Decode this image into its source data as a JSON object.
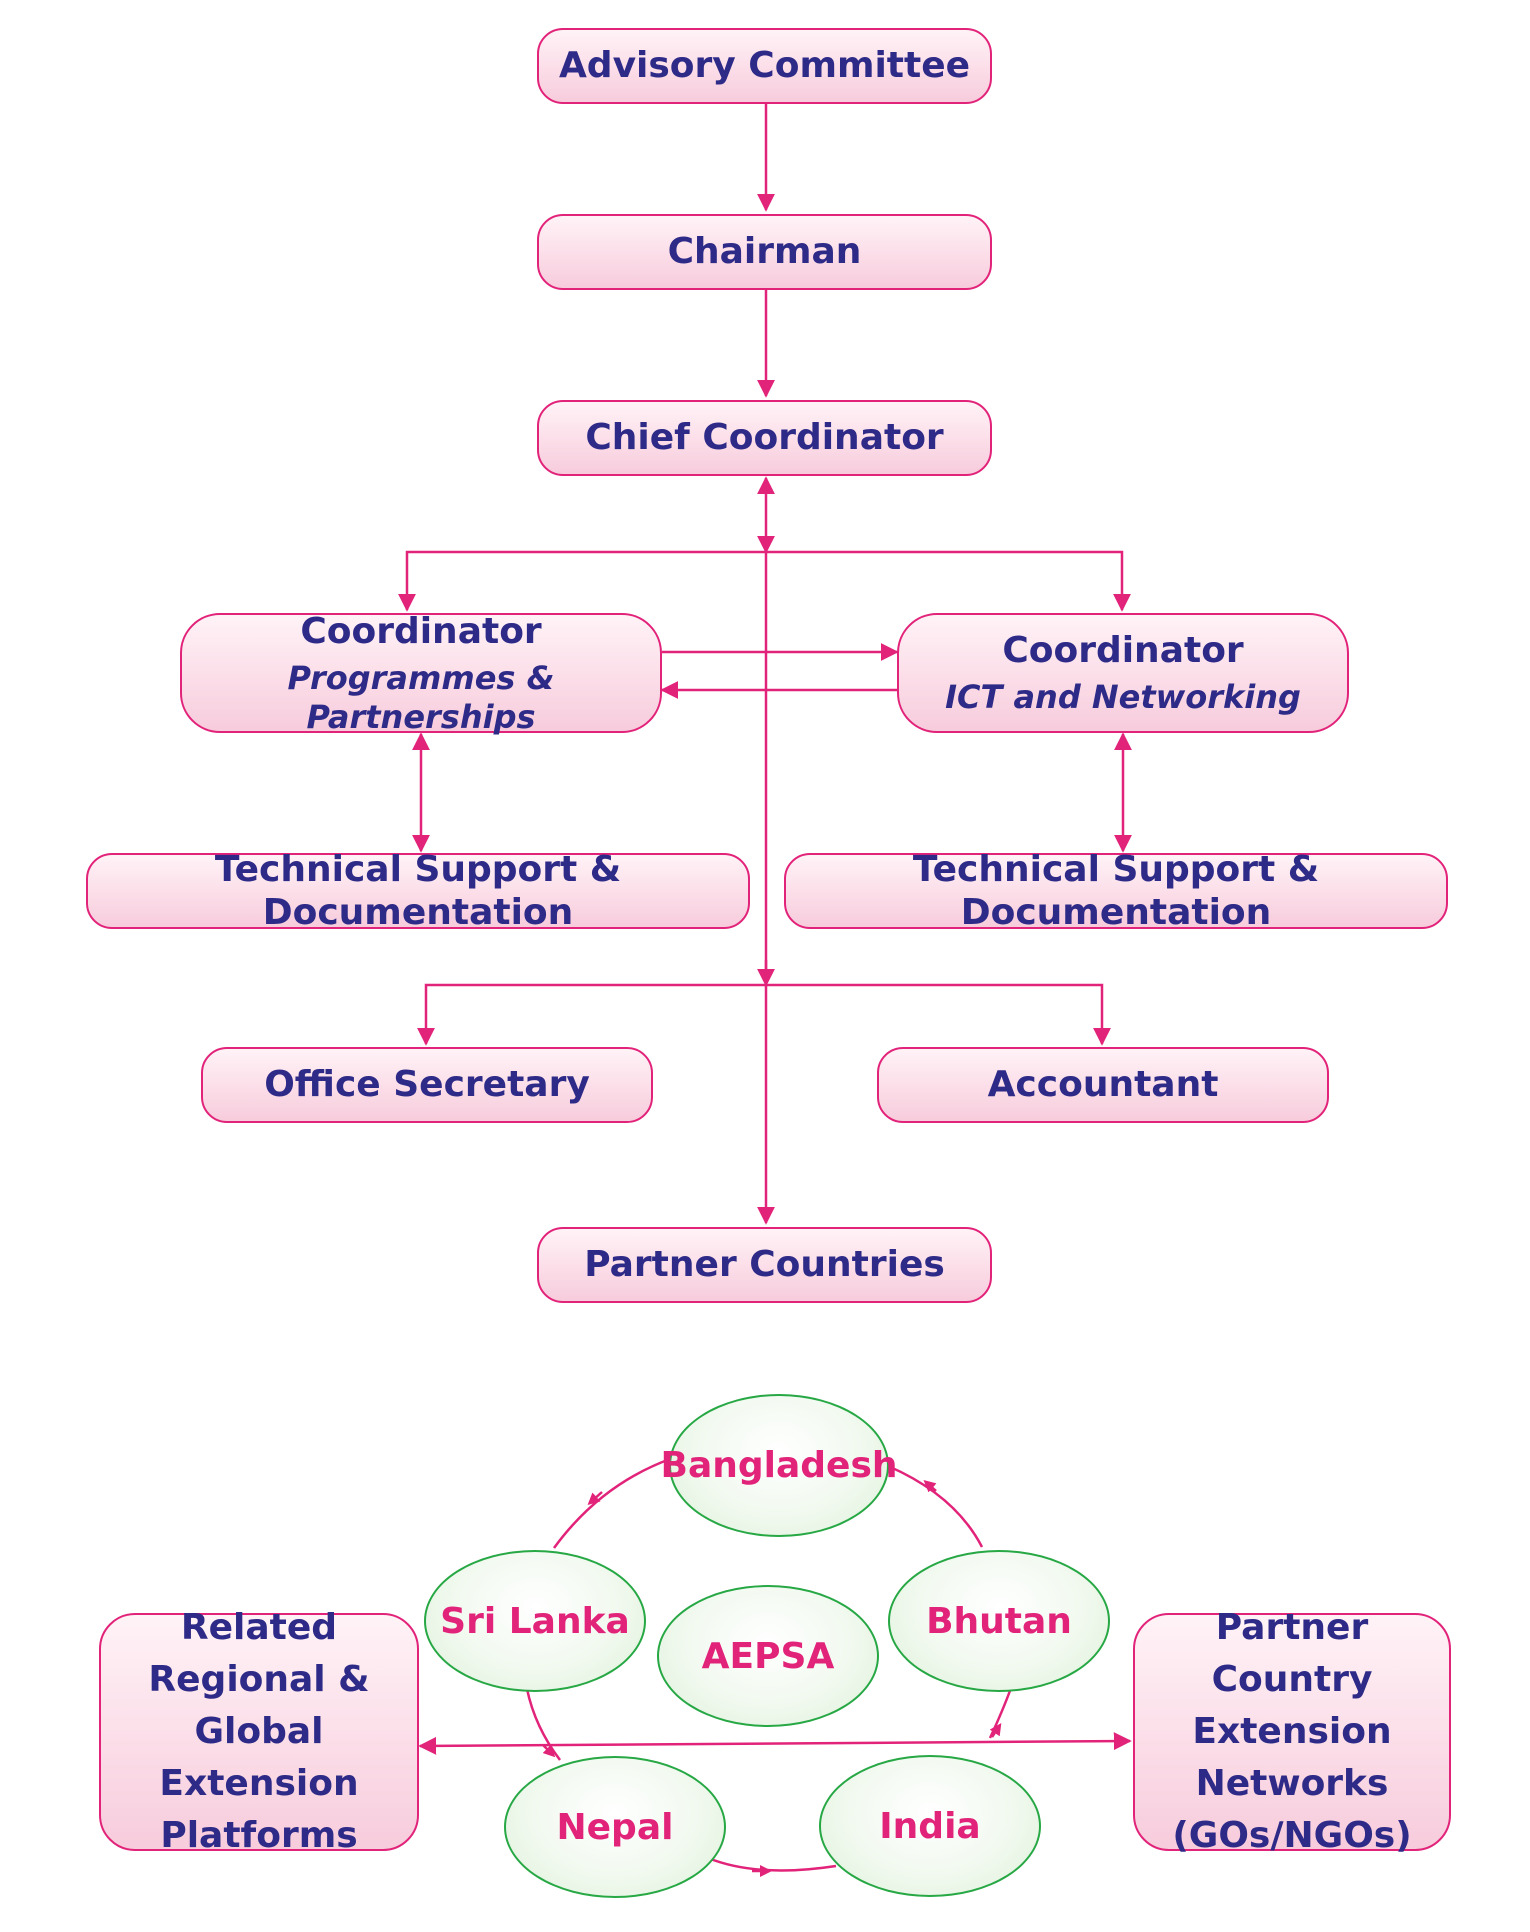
{
  "org_chart": {
    "advisory_committee": "Advisory Committee",
    "chairman": "Chairman",
    "chief_coordinator": "Chief Coordinator",
    "coordinator_left": {
      "title": "Coordinator",
      "subtitle": "Programmes & Partnerships"
    },
    "coordinator_right": {
      "title": "Coordinator",
      "subtitle": "ICT and Networking"
    },
    "tech_support_left": "Technical Support & Documentation",
    "tech_support_right": "Technical Support & Documentation",
    "office_secretary": "Office Secretary",
    "accountant": "Accountant",
    "partner_countries": "Partner Countries"
  },
  "network": {
    "center": "AEPSA",
    "countries": [
      "Bangladesh",
      "Sri Lanka",
      "Bhutan",
      "Nepal",
      "India"
    ],
    "left_box": [
      "Related",
      "Regional &",
      "Global Extension",
      "Platforms"
    ],
    "right_box": [
      "Partner Country",
      "Extension",
      "Networks",
      "(GOs/NGOs)"
    ]
  },
  "colors": {
    "box_border": "#e2237a",
    "box_text": "#2e2a87",
    "connector": "#e2237a",
    "oval_border": "#27a845",
    "oval_text": "#e2237a"
  }
}
